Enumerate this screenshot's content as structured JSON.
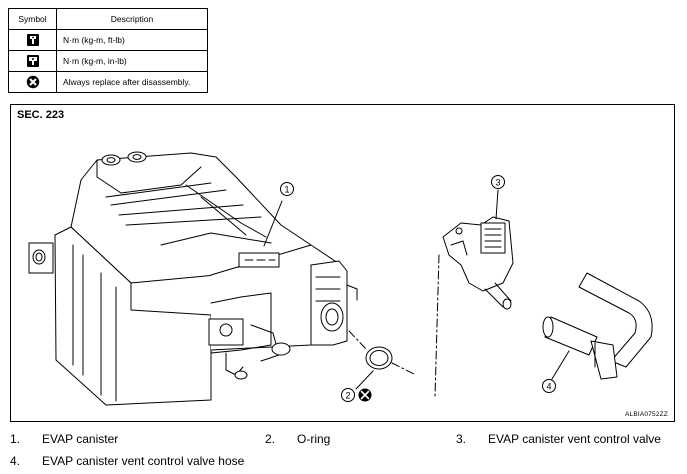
{
  "symbol_table": {
    "headers": {
      "symbol": "Symbol",
      "description": "Description"
    },
    "rows": [
      {
        "icon": "torque-wrench-icon",
        "description": "N·m (kg-m, ft-lb)"
      },
      {
        "icon": "torque-wrench-small-icon",
        "description": "N·m (kg-m, in-lb)"
      },
      {
        "icon": "always-replace-icon",
        "description": "Always replace after disassembly."
      }
    ]
  },
  "figure": {
    "section": "SEC. 223",
    "code": "ALBIA0752ZZ",
    "callouts": [
      "1",
      "2",
      "3",
      "4"
    ]
  },
  "legend": [
    {
      "num": "1.",
      "label": "EVAP canister"
    },
    {
      "num": "2.",
      "label": "O-ring"
    },
    {
      "num": "3.",
      "label": "EVAP canister vent control valve"
    },
    {
      "num": "4.",
      "label": "EVAP canister vent control valve hose"
    }
  ]
}
